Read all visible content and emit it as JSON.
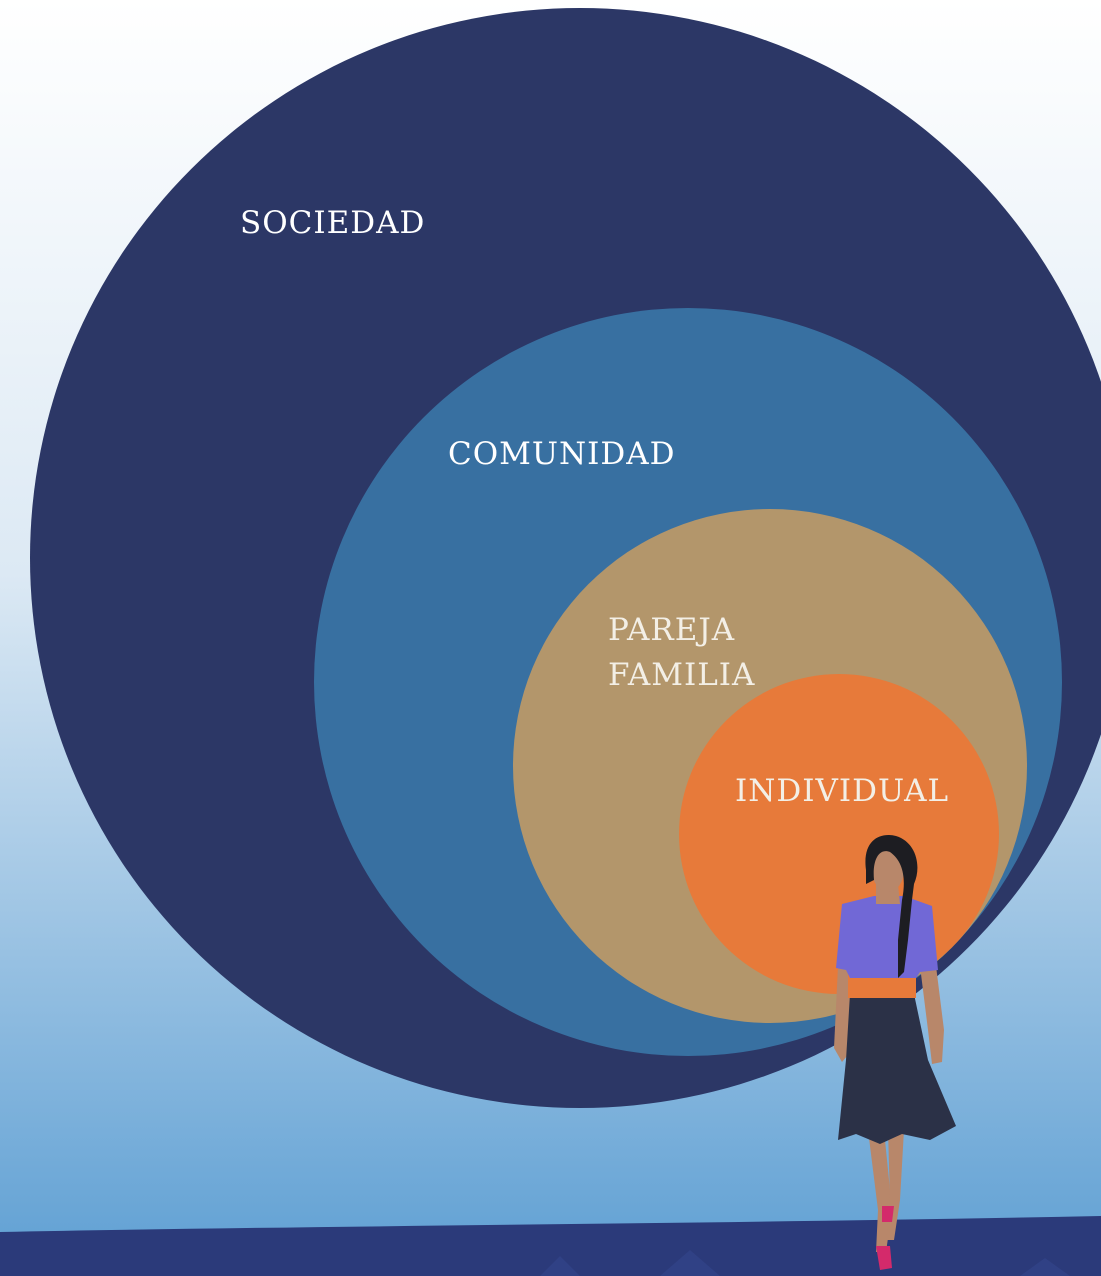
{
  "diagram": {
    "levels": [
      {
        "key": "society",
        "label": "SOCIEDAD",
        "color": "#2c3766"
      },
      {
        "key": "community",
        "label": "COMUNIDAD",
        "color": "#3870a1"
      },
      {
        "key": "couple_family",
        "label_line1": "PAREJA",
        "label_line2": "FAMILIA",
        "color": "#b3966b"
      },
      {
        "key": "individual",
        "label": "INDIVIDUAL",
        "color": "#e77a3a"
      }
    ],
    "background": {
      "top": "#ffffff",
      "bottom": "#5e9fd3"
    },
    "ground": {
      "color": "#2b3a7a"
    },
    "figure": {
      "icon": "woman-figure-icon",
      "hair": "#1d1d22",
      "skin": "#b8876a",
      "blouse": "#7168d6",
      "sash": "#e77a3a",
      "skirt": "#2b3147",
      "shoes": "#d42a6b"
    }
  }
}
